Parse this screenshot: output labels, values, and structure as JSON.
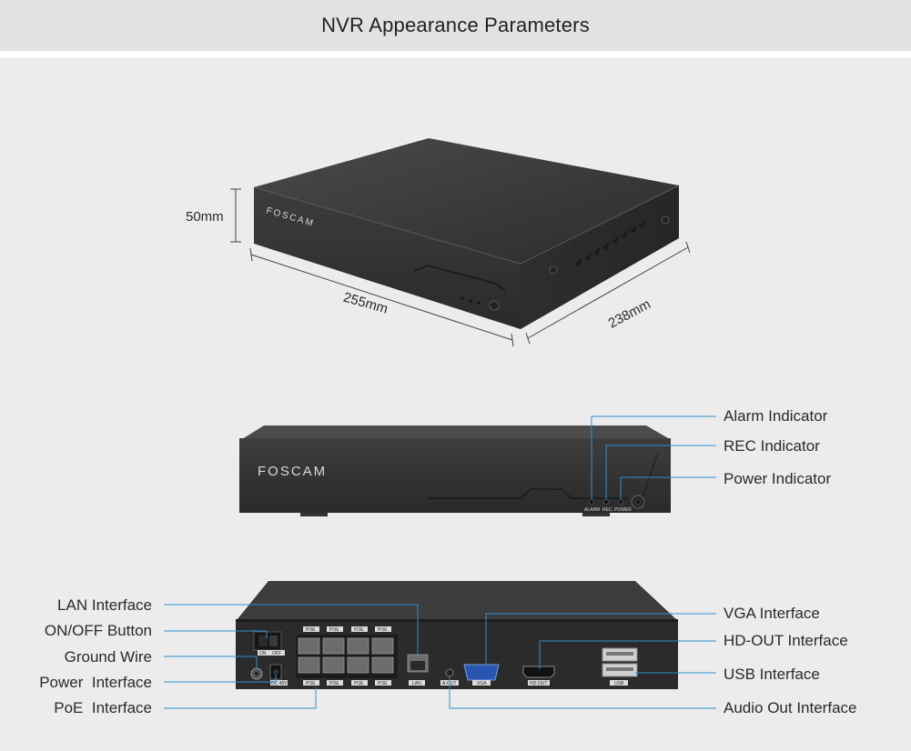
{
  "title": "NVR Appearance Parameters",
  "dimensions": {
    "height": "50mm",
    "width": "255mm",
    "depth": "238mm"
  },
  "brand": "FOSCAM",
  "front_indicators": [
    "ALARM",
    "REC",
    "POWER"
  ],
  "front_callouts": [
    "Alarm Indicator",
    "REC Indicator",
    "Power Indicator"
  ],
  "rear_callouts_left": [
    "LAN Interface",
    "ON/OFF Button",
    "Ground Wire",
    "Power  Interface",
    "PoE  Interface"
  ],
  "rear_callouts_right": [
    "VGA Interface",
    "HD-OUT Interface",
    "USB Interface",
    "Audio Out Interface"
  ],
  "rear_port_labels": {
    "poe": "POE",
    "switch_on": "ON",
    "switch_off": "OFF",
    "dc": "DC 48V",
    "lan": "LAN",
    "aout": "A-OUT",
    "vga": "VGA",
    "hdout": "HD-OUT",
    "usb": "USB"
  },
  "colors": {
    "callout_line": "#2f8fd0",
    "device_body": "#3a3a3a",
    "background": "#ececec"
  }
}
